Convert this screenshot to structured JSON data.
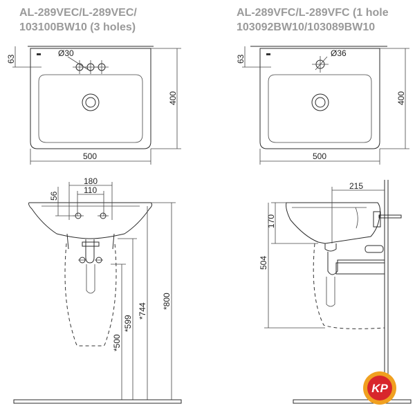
{
  "left_title": {
    "line1": "AL-289VEC/L-289VEC/",
    "line2": "103100BW10 (3 holes)"
  },
  "right_title": {
    "line1": "AL-289VFC/L-289VFC (1 hole",
    "line2": "103092BW10/103089BW10"
  },
  "left_top_view": {
    "dim_63": "63",
    "dim_hole": "Ø30",
    "dim_400": "400",
    "dim_500": "500"
  },
  "right_top_view": {
    "dim_63": "63",
    "dim_hole": "Ø36",
    "dim_400": "400",
    "dim_500": "500"
  },
  "front_view": {
    "dim_180": "180",
    "dim_110": "110",
    "dim_56": "56",
    "dim_500": "*500",
    "dim_599": "*599",
    "dim_744": "*744",
    "dim_800": "*800"
  },
  "side_view": {
    "dim_215": "215",
    "dim_170": "170",
    "dim_504": "504"
  },
  "logo": {
    "text": "KP",
    "colors": {
      "outer": "#f0a020",
      "inner": "#d8262c",
      "text": "#ffffff"
    }
  }
}
